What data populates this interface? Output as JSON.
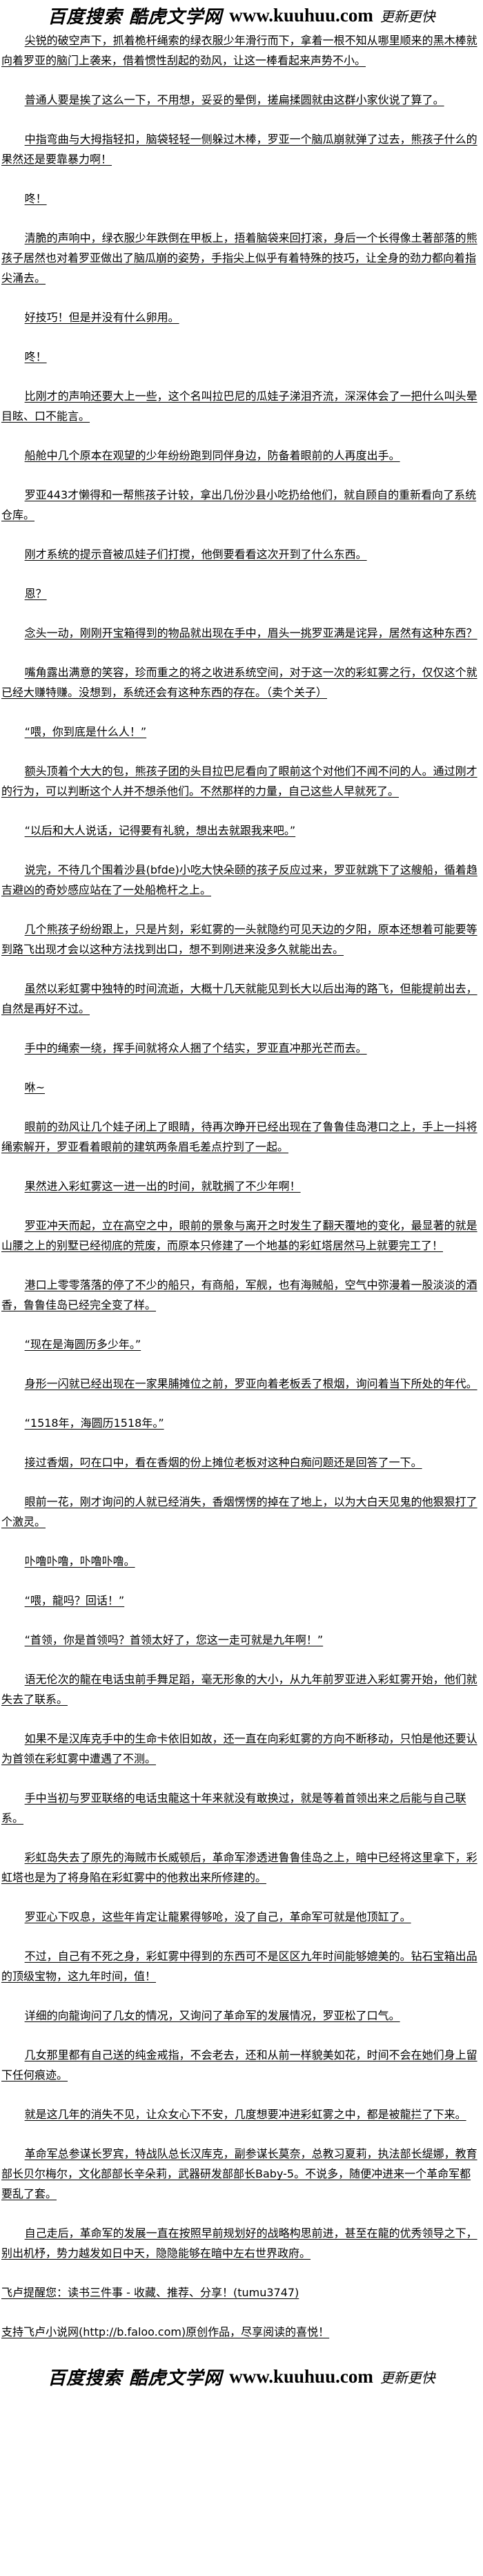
{
  "header_logo": {
    "site_cn": "百度搜索 酷虎文学网",
    "url": "www.kuuhuu.com",
    "slogan": "更新更快"
  },
  "paragraphs": [
    "尖锐的破空声下，抓着桅杆绳索的绿衣服少年滑行而下，拿着一根不知从哪里顺来的黑木棒就向着罗亚的脑门上袭来，借着惯性刮起的劲风，让这一棒看起来声势不小。",
    "普通人要是挨了这么一下，不用想，妥妥的晕倒，搓扁揉圆就由这群小家伙说了算了。",
    "中指弯曲与大拇指轻扣，脑袋轻轻一侧躲过木棒，罗亚一个脑瓜崩就弹了过去，熊孩子什么的果然还是要靠暴力啊！",
    "咚！",
    "清脆的声响中，绿衣服少年跌倒在甲板上，捂着脑袋来回打滚，身后一个长得像土著部落的熊孩子居然也对着罗亚做出了脑瓜崩的姿势，手指尖上似乎有着特殊的技巧，让全身的劲力都向着指尖涌去。",
    "好技巧！但是并没有什么卵用。",
    "咚！",
    "比刚才的声响还要大上一些，这个名叫拉巴尼的瓜娃子涕泪齐流，深深体会了一把什么叫头晕目眩、口不能言。",
    "船舱中几个原本在观望的少年纷纷跑到同伴身边，防备着眼前的人再度出手。",
    "罗亚443才懒得和一帮熊孩子计较，拿出几份沙县小吃扔给他们，就自顾自的重新看向了系统仓库。",
    "刚才系统的提示音被瓜娃子们打搅，他倒要看看这次开到了什么东西。",
    "恩？",
    "念头一动，刚刚开宝箱得到的物品就出现在手中，眉头一挑罗亚满是诧异，居然有这种东西？",
    "嘴角露出满意的笑容，珍而重之的将之收进系统空间，对于这一次的彩虹雾之行，仅仅这个就已经大赚特赚。没想到，系统还会有这种东西的存在。（卖个关子）",
    "“喂，你到底是什么人！”",
    "额头顶着个大大的包，熊孩子团的头目拉巴尼看向了眼前这个对他们不闻不问的人。通过刚才的行为，可以判断这个人并不想杀他们。不然那样的力量，自己这些人早就死了。",
    "“以后和大人说话，记得要有礼貌，想出去就跟我来吧。”",
    "说完，不待几个围着沙县(bfde)小吃大快朵颐的孩子反应过来，罗亚就跳下了这艘船，循着趋吉避凶的奇妙感应站在了一处船桅杆之上。",
    "几个熊孩子纷纷跟上，只是片刻，彩虹雾的一头就隐约可见天边的夕阳，原本还想着可能要等到路飞出现才会以这种方法找到出口，想不到刚进来没多久就能出去。",
    "虽然以彩虹雾中独特的时间流逝，大概十几天就能见到长大以后出海的路飞，但能提前出去，自然是再好不过。",
    "手中的绳索一绕，挥手间就将众人捆了个结实，罗亚直冲那光芒而去。",
    "咻~",
    "眼前的劲风让几个娃子闭上了眼睛，待再次睁开已经出现在了鲁鲁佳岛港口之上，手上一抖将绳索解开，罗亚看着眼前的建筑两条眉毛差点拧到了一起。",
    "果然进入彩虹雾这一进一出的时间，就耽搁了不少年啊！",
    "罗亚冲天而起，立在高空之中，眼前的景象与离开之时发生了翻天覆地的变化，最显著的就是山腰之上的别墅已经彻底的荒废，而原本只修建了一个地基的彩虹塔居然马上就要完工了！",
    "港口上零零落落的停了不少的船只，有商船，军舰，也有海贼船，空气中弥漫着一股淡淡的酒香，鲁鲁佳岛已经完全变了样。",
    "“现在是海圆历多少年。”",
    "身形一闪就已经出现在一家果脯摊位之前，罗亚向着老板丢了根烟，询问着当下所处的年代。",
    "“1518年，海圆历1518年。”",
    "接过香烟，叼在口中，看在香烟的份上摊位老板对这种白痴问题还是回答了一下。",
    "眼前一花，刚才询问的人就已经消失，香烟愣愣的掉在了地上，以为大白天见鬼的他狠狠打了个激灵。",
    "卟噜卟噜，卟噜卟噜。",
    "“喂，龍吗？回话！”",
    "“首领，你是首领吗？首领太好了，您这一走可就是九年啊！”",
    "语无伦次的龍在电话虫前手舞足蹈，毫无形象的大小，从九年前罗亚进入彩虹雾开始，他们就失去了联系。",
    "如果不是汉库克手中的生命卡依旧如故，还一直在向彩虹雾的方向不断移动，只怕是他还要认为首领在彩虹雾中遭遇了不测。",
    "手中当初与罗亚联络的电话虫龍这十年来就没有敢换过，就是等着首领出来之后能与自己联系。",
    "彩虹岛失去了原先的海贼市长威顿后，革命军渗透进鲁鲁佳岛之上，暗中已经将这里拿下，彩虹塔也是为了将身陷在彩虹雾中的他救出来所修建的。",
    "罗亚心下叹息，这些年肯定让龍累得够呛，没了自己，革命军可就是他顶缸了。",
    "不过，自己有不死之身，彩虹雾中得到的东西可不是区区九年时间能够媲美的。钻石宝箱出品的顶级宝物，这九年时间，值！",
    "详细的向龍询问了几女的情况，又询问了革命军的发展情况，罗亚松了口气。",
    "几女那里都有自己送的纯金戒指，不会老去，还和从前一样貌美如花，时间不会在她们身上留下任何痕迹。",
    "就是这几年的消失不见，让众女心下不安，几度想要冲进彩虹雾之中，都是被龍拦了下来。",
    "革命军总参谋长罗宾，特战队总长汉库克，副参谋长莫奈，总教习夏莉，执法部长缇娜，教育部长贝尔梅尔，文化部部长辛朵莉，武器研发部部长Baby-5。不说多，随便冲进来一个革命军都要乱了套。",
    "自己走后，革命军的发展一直在按照早前规划好的战略构思前进，甚至在龍的优秀领导之下，别出机杼，势力越发如日中天，隐隐能够在暗中左右世界政府。"
  ],
  "notices": [
    "飞卢提醒您：读书三件事 - 收藏、推荐、分享！(tumu3747)",
    "支持飞卢小说网(http://b.faloo.com)原创作品，尽享阅读的喜悦！"
  ],
  "footer_logo": {
    "site_cn": "百度搜索 酷虎文学网",
    "url": "www.kuuhuu.com",
    "slogan": "更新更快"
  }
}
